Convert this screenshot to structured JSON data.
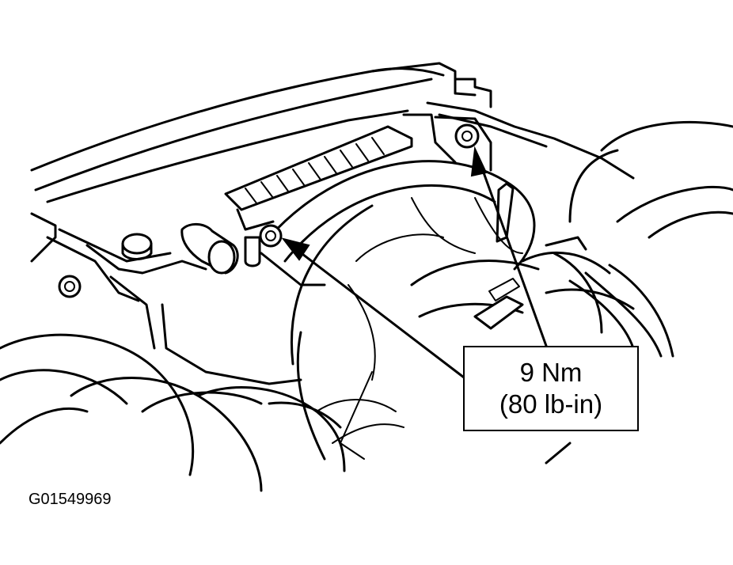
{
  "figure": {
    "id_label": "G01549969"
  },
  "callout": {
    "torque_nm": "9 Nm",
    "torque_lbin": "(80 lb-in)"
  }
}
